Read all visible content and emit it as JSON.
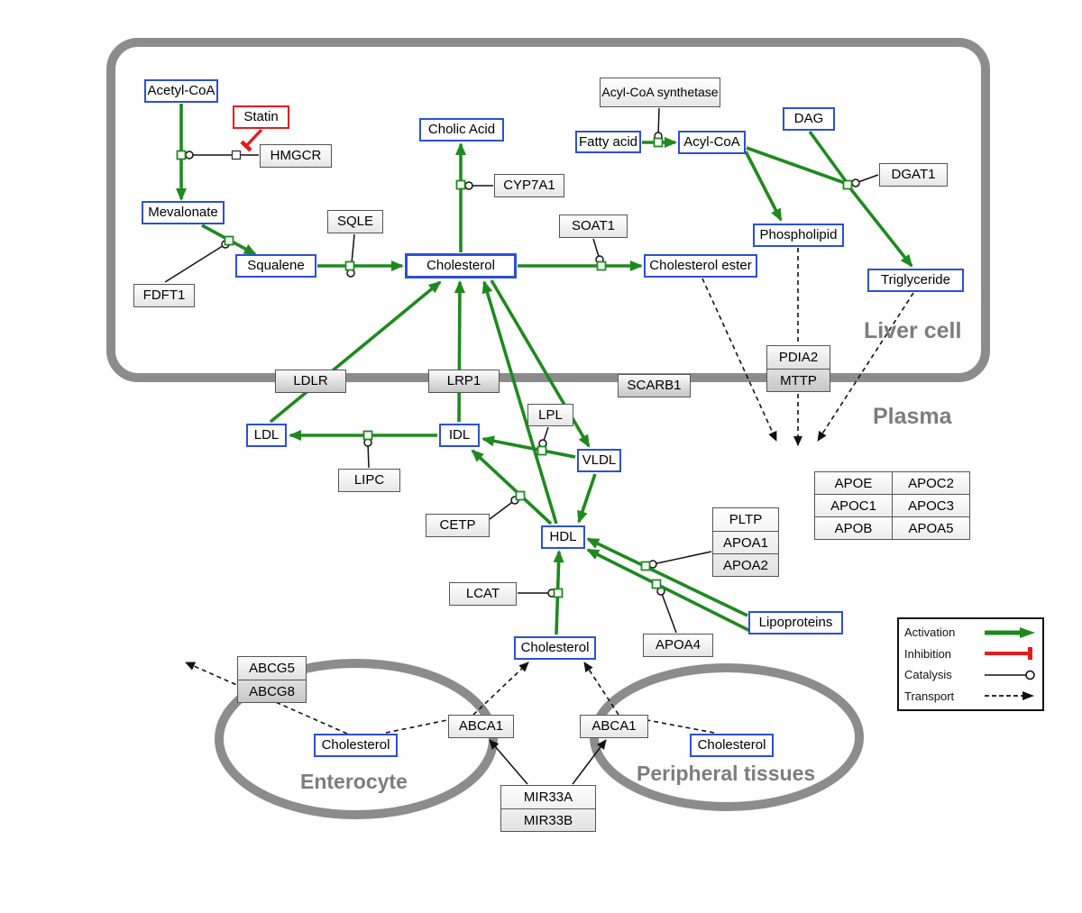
{
  "compartments": {
    "liver": "Liver cell",
    "plasma": "Plasma",
    "enterocyte": "Enterocyte",
    "peripheral": "Peripheral tissues"
  },
  "nodes": {
    "acetyl_coa": "Acetyl-CoA",
    "statin": "Statin",
    "hmgcr": "HMGCR",
    "mevalonate": "Mevalonate",
    "fdft1": "FDFT1",
    "squalene": "Squalene",
    "sqle": "SQLE",
    "cholic_acid": "Cholic Acid",
    "cyp7a1": "CYP7A1",
    "cholesterol_liver": "Cholesterol",
    "soat1": "SOAT1",
    "cholesterol_ester": "Cholesterol ester",
    "fatty_acid": "Fatty acid",
    "acyl_coa_synthetase": "Acyl-CoA synthetase",
    "acyl_coa": "Acyl-CoA",
    "dag": "DAG",
    "dgat1": "DGAT1",
    "phospholipid": "Phospholipid",
    "triglyceride": "Triglyceride",
    "ldlr": "LDLR",
    "lrp1": "LRP1",
    "scarb1": "SCARB1",
    "pdia2": "PDIA2",
    "mttp": "MTTP",
    "ldl": "LDL",
    "idl": "IDL",
    "vldl": "VLDL",
    "lpl": "LPL",
    "lipc": "LIPC",
    "cetp": "CETP",
    "hdl": "HDL",
    "lcat": "LCAT",
    "pltp": "PLTP",
    "apoa1": "APOA1",
    "apoa2": "APOA2",
    "apoa4": "APOA4",
    "lipoproteins": "Lipoproteins",
    "cholesterol_plasma": "Cholesterol",
    "abcg5": "ABCG5",
    "abcg8": "ABCG8",
    "cholesterol_enterocyte": "Cholesterol",
    "abca1_left": "ABCA1",
    "abca1_right": "ABCA1",
    "cholesterol_peripheral": "Cholesterol",
    "mir33a": "MIR33A",
    "mir33b": "MIR33B"
  },
  "apo_table": [
    [
      "APOE",
      "APOC2"
    ],
    [
      "APOC1",
      "APOC3"
    ],
    [
      "APOB",
      "APOA5"
    ]
  ],
  "legend": {
    "activation": "Activation",
    "inhibition": "Inhibition",
    "catalysis": "Catalysis",
    "transport": "Transport"
  },
  "colors": {
    "activation_green": "#1e8a1e",
    "inhibition_red": "#e51b1b",
    "metabolite_blue": "#2e4fd4",
    "membrane_gray": "#8c8c8c"
  }
}
